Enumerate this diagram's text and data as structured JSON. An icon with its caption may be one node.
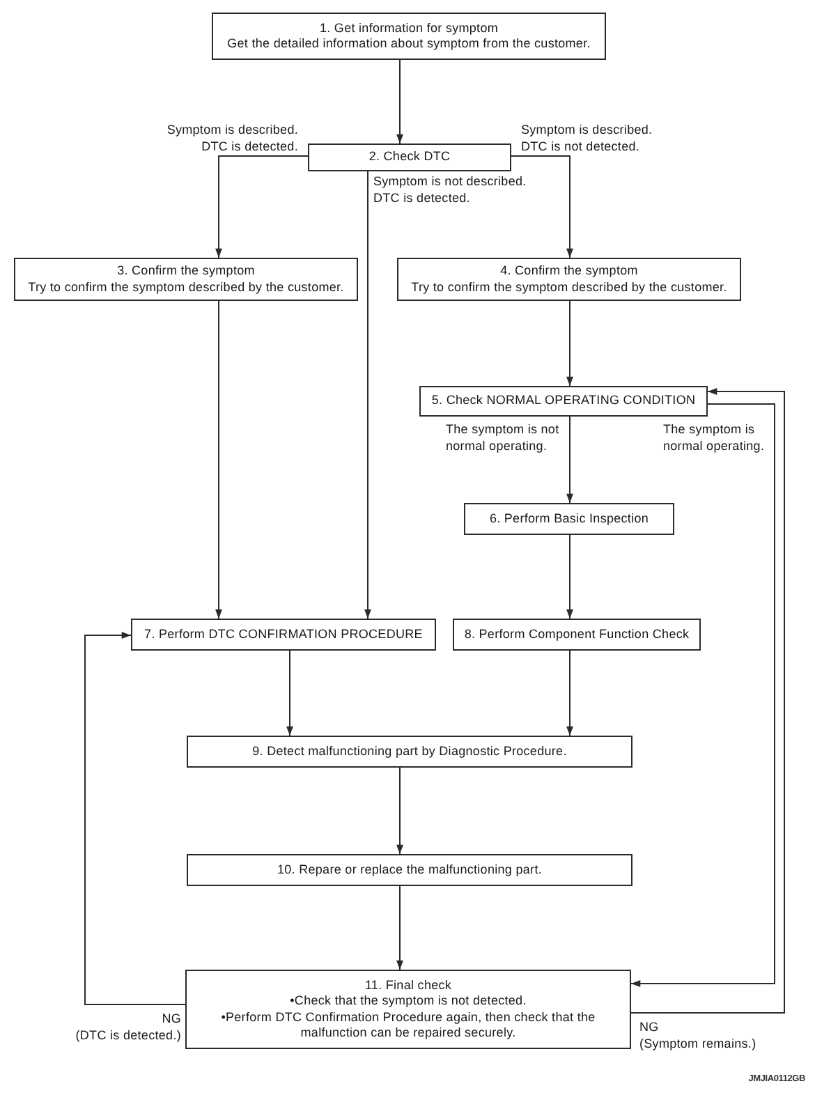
{
  "diagram": {
    "nodes": [
      {
        "text": [
          "1. Get information for symptom",
          "Get the detailed information about symptom from the customer."
        ]
      },
      {
        "text": [
          "2. Check DTC"
        ]
      },
      {
        "text": [
          "3. Confirm the symptom",
          "Try to confirm the symptom described by the customer."
        ]
      },
      {
        "text": [
          "4. Confirm the symptom",
          "Try to confirm the symptom described by the customer."
        ]
      },
      {
        "text": [
          "5. Check NORMAL OPERATING CONDITION"
        ]
      },
      {
        "text": [
          "6. Perform Basic Inspection"
        ]
      },
      {
        "text": [
          "7. Perform DTC CONFIRMATION PROCEDURE"
        ]
      },
      {
        "text": [
          "8. Perform Component Function Check"
        ]
      },
      {
        "text": [
          "9. Detect malfunctioning part by Diagnostic Procedure."
        ]
      },
      {
        "text": [
          "10. Repare or replace the malfunctioning part."
        ]
      },
      {
        "text": [
          "11. Final check",
          "•Check that the symptom is not detected.",
          "•Perform DTC Confirmation Procedure again, then check that the malfunction can be repaired securely."
        ]
      }
    ],
    "edges": [
      {
        "from": 0,
        "to": 1,
        "arrow": "to"
      },
      {
        "from": 1,
        "to": 2,
        "arrow": "to",
        "label": "Symptom is described. DTC is detected."
      },
      {
        "from": 1,
        "to": 3,
        "arrow": "to",
        "label": "Symptom is described. DTC is not detected."
      },
      {
        "from": 1,
        "to": 6,
        "arrow": "to",
        "label": "Symptom is not described. DTC is detected."
      },
      {
        "from": 2,
        "to": 6,
        "arrow": "to"
      },
      {
        "from": 3,
        "to": 4,
        "arrow": "to"
      },
      {
        "from": 4,
        "to": 5,
        "arrow": "to",
        "label": "The symptom is not normal operating."
      },
      {
        "from": 4,
        "to": 10,
        "arrow": "to",
        "label": "The symptom is normal operating."
      },
      {
        "from": 5,
        "to": 7,
        "arrow": "to"
      },
      {
        "from": 6,
        "to": 8,
        "arrow": "to"
      },
      {
        "from": 7,
        "to": 8,
        "arrow": "to"
      },
      {
        "from": 8,
        "to": 9,
        "arrow": "to"
      },
      {
        "from": 9,
        "to": 10,
        "arrow": "to"
      },
      {
        "from": 10,
        "to": 6,
        "arrow": "to",
        "label": "NG (DTC is detected.)"
      },
      {
        "from": 10,
        "to": 4,
        "arrow": "to",
        "label": "NG (Symptom remains.)"
      }
    ],
    "labels": [
      "JMJIA0112GB"
    ]
  }
}
